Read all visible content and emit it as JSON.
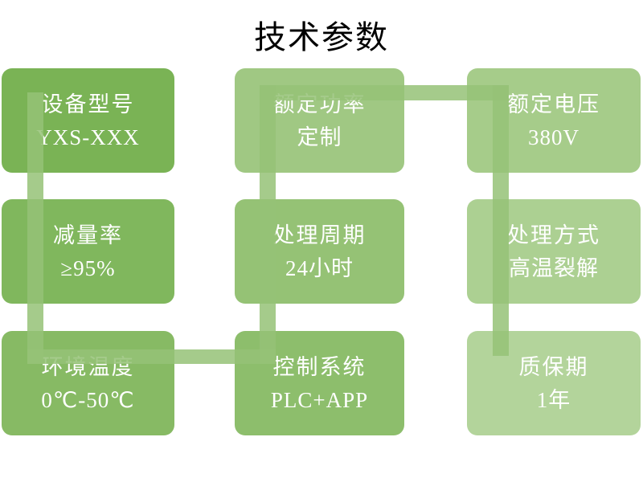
{
  "title": "技术参数",
  "background": "#ffffff",
  "connector": {
    "color": "rgba(149, 194, 119, 0.85)"
  },
  "boxes": [
    {
      "name": "device-model",
      "label": "设备型号",
      "value": "YXS-XXX",
      "color": "#7ab355"
    },
    {
      "name": "rated-power",
      "label": "额定功率",
      "value": "定制",
      "color": "#a0c883"
    },
    {
      "name": "rated-voltage",
      "label": "额定电压",
      "value": "380V",
      "color": "#a6cc8a"
    },
    {
      "name": "reduction-rate",
      "label": "减量率",
      "value": "≥95%",
      "color": "#80b75d"
    },
    {
      "name": "processing-cycle",
      "label": "处理周期",
      "value": "24小时",
      "color": "#95c275"
    },
    {
      "name": "processing-method",
      "label": "处理方式",
      "value": "高温裂解",
      "color": "#acd092"
    },
    {
      "name": "ambient-temperature",
      "label": "环境温度",
      "value": "0℃-50℃",
      "color": "#87ba64"
    },
    {
      "name": "control-system",
      "label": "控制系统",
      "value": "PLC+APP",
      "color": "#8dbe6c"
    },
    {
      "name": "warranty",
      "label": "质保期",
      "value": "1年",
      "color": "#b3d49b"
    }
  ]
}
